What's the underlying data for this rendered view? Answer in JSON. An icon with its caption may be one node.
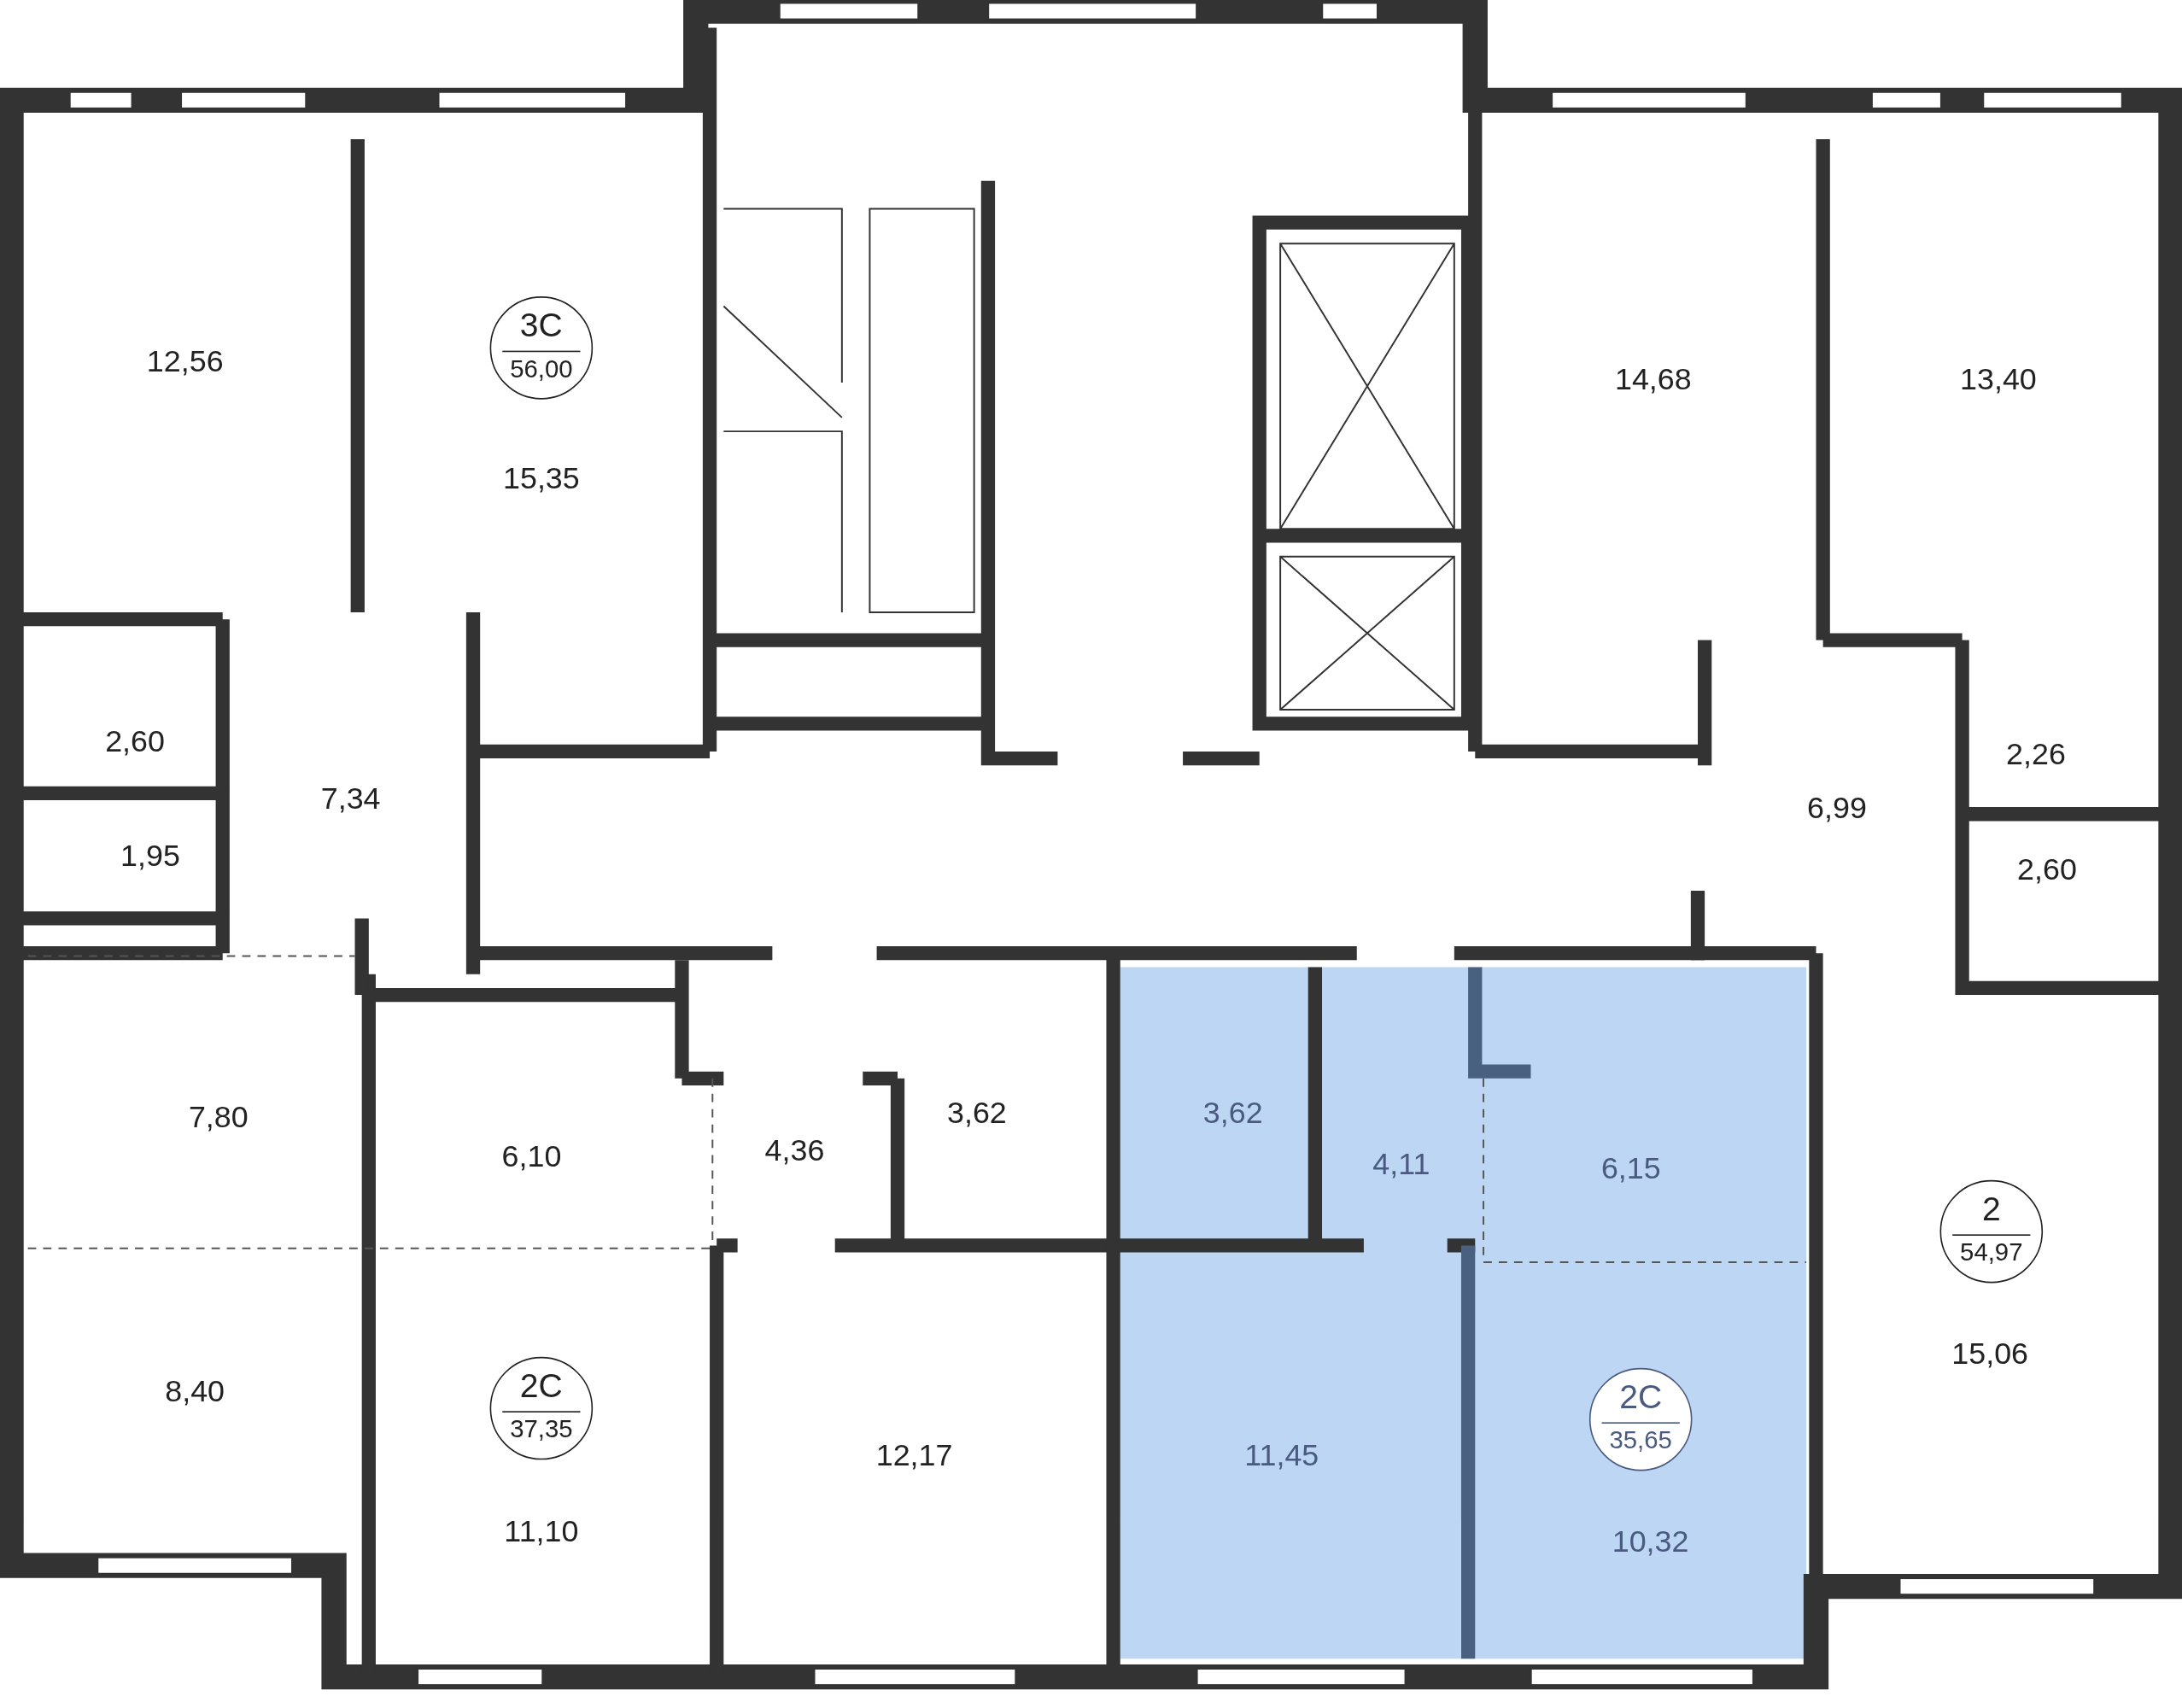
{
  "diagram": {
    "nodes": [
      {
        "text": [
          "3С",
          "56,00"
        ]
      },
      {
        "text": [
          "2",
          "54,97"
        ]
      },
      {
        "text": [
          "2С",
          "37,35"
        ]
      },
      {
        "text": [
          "2С",
          "35,65"
        ]
      }
    ],
    "labels": [
      "12,56",
      "15,35",
      "14,68",
      "13,40",
      "2,60",
      "2,26",
      "7,34",
      "6,99",
      "1,95",
      "2,60",
      "7,80",
      "3,62",
      "3,62",
      "6,10",
      "4,36",
      "4,11",
      "6,15",
      "15,06",
      "8,40",
      "12,17",
      "11,45",
      "11,10",
      "10,32"
    ]
  }
}
